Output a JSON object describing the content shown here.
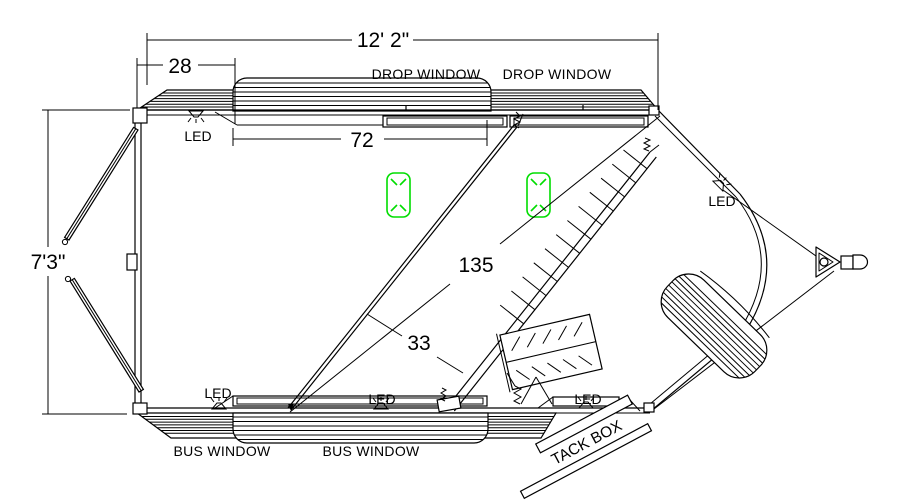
{
  "labels": {
    "drop_window_left": "DROP WINDOW",
    "drop_window_right": "DROP WINDOW",
    "bus_window_left": "BUS WINDOW",
    "bus_window_right": "BUS WINDOW",
    "tack_box": "TACK BOX",
    "led_top_left": "LED",
    "led_nose": "LED",
    "led_bottom_left": "LED",
    "led_bottom_center": "LED",
    "led_bottom_right": "LED"
  },
  "dimensions": {
    "overall_top_length": "12' 2\"",
    "rear_section_width": "28",
    "drop_window_width": "72",
    "rear_opening_height": "7'3\"",
    "stall_divider_length": "135",
    "divider_spacing": "33"
  },
  "colors": {
    "line": "#000000",
    "roof_vent": "#00dd00",
    "background": "#ffffff"
  }
}
